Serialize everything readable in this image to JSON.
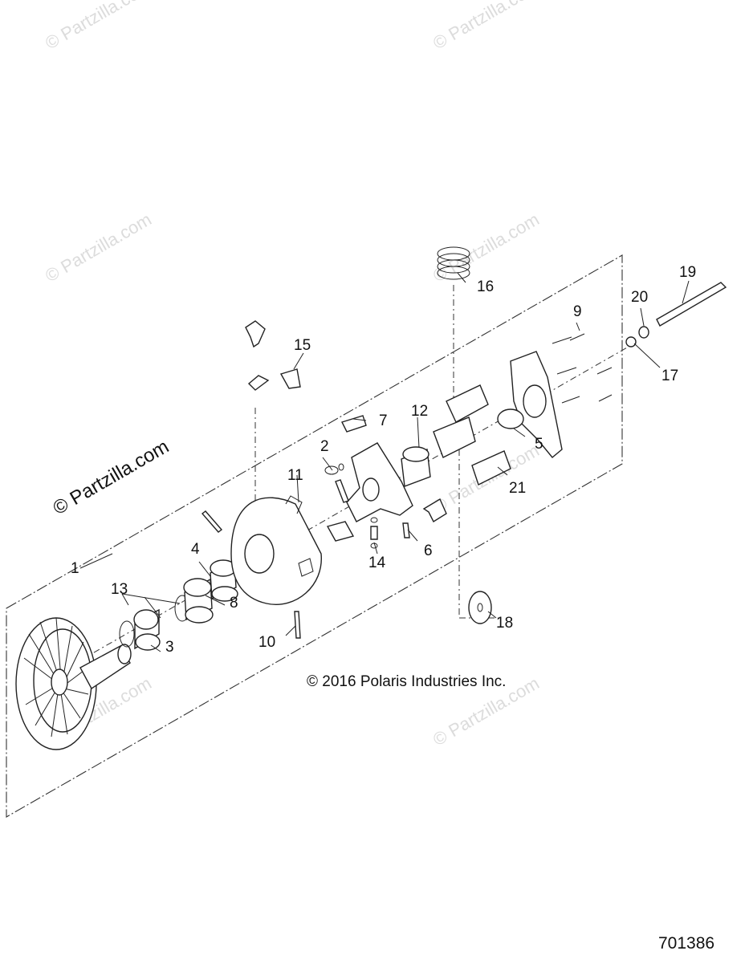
{
  "watermarks": {
    "small": "© Partzilla.com",
    "large": "© Partzilla.com"
  },
  "copyright": "© 2016 Polaris Industries Inc.",
  "reference_number": "701386",
  "callouts": {
    "c1": "1",
    "c2": "2",
    "c3": "3",
    "c4": "4",
    "c5": "5",
    "c6": "6",
    "c7": "7",
    "c8": "8",
    "c9": "9",
    "c10": "10",
    "c11": "11",
    "c12": "12",
    "c13": "13",
    "c14": "14",
    "c15": "15",
    "c16": "16",
    "c17": "17",
    "c18": "18",
    "c19": "19",
    "c20": "20",
    "c21": "21"
  }
}
